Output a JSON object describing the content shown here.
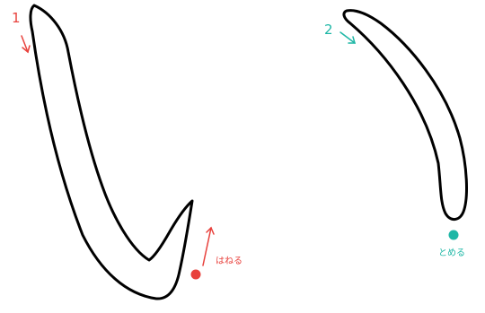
{
  "character": "い",
  "strokes": [
    {
      "number": "1",
      "ending": "はねる",
      "color": "#e8413c"
    },
    {
      "number": "2",
      "ending": "とめる",
      "color": "#1fb7a6"
    }
  ],
  "outline_color": "#000000"
}
